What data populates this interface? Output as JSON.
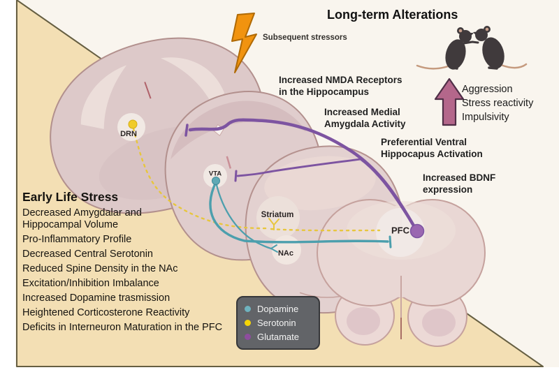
{
  "colors": {
    "tan_background": "#f3dfb4",
    "tan_border": "#655e41",
    "cream_background": "#f9f5ee",
    "brain_slice_fill": "#e5d2d1",
    "brain_slice_outline": "#b5928f",
    "dopamine_line": "#4c9fad",
    "serotonin_line": "#e7c63d",
    "glutamate_line": "#7d54a1",
    "glutamate_dot": "#9a67b1",
    "arrow_fill": "#b4678b",
    "lightning_fill": "#f1930f",
    "mice_fill": "#403a3c",
    "legend_background": "#626468"
  },
  "stressor": {
    "label": "Subsequent stressors"
  },
  "long_term": {
    "heading": "Long-term Alterations",
    "outcomes": [
      "Aggression",
      "Stress reactivity",
      "Impulsivity"
    ]
  },
  "annotations": {
    "nmda": "Increased NMDA Receptors\nin the Hippocampus",
    "amygdala": "Increased Medial\nAmygdala Activity",
    "hippocampus": "Preferential Ventral\nHippocapus Activation",
    "bdnf": "Increased BDNF\nexpression"
  },
  "early_life_stress": {
    "heading": "Early Life Stress",
    "items": [
      "Decreased Amygdalar and\nHippocampal Volume",
      "Pro-Inflammatory Profile",
      "Decreased Central Serotonin",
      "Reduced Spine Density in the NAc",
      "Excitation/Inhibition Imbalance",
      "Increased Dopamine trasmission",
      "Heightened Corticosterone Reactivity",
      "Deficits in Interneuron Maturation in the PFC"
    ]
  },
  "brain_labels": {
    "drn": "DRN",
    "vta": "VTA",
    "striatum": "Striatum",
    "nac": "NAc",
    "pfc": "PFC"
  },
  "legend": {
    "items": [
      {
        "label": "Dopamine",
        "color": "#6fb3bf"
      },
      {
        "label": "Serotonin",
        "color": "#f6d506"
      },
      {
        "label": "Glutamate",
        "color": "#8e4d9e"
      }
    ]
  }
}
